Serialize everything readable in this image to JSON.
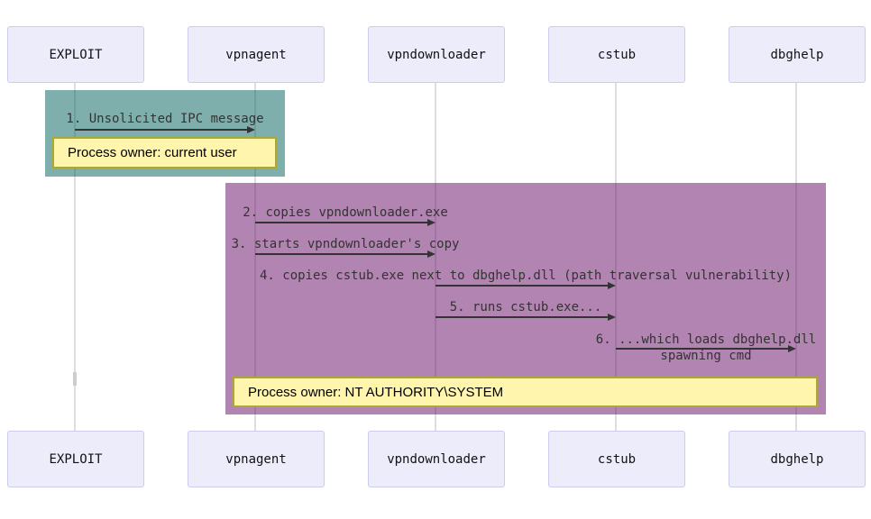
{
  "diagram": {
    "kind": "sequence-diagram",
    "actors": [
      {
        "id": "exploit",
        "label": "EXPLOIT"
      },
      {
        "id": "vpnagent",
        "label": "vpnagent"
      },
      {
        "id": "vpndownloader",
        "label": "vpndownloader"
      },
      {
        "id": "cstub",
        "label": "cstub"
      },
      {
        "id": "dbghelp",
        "label": "dbghelp"
      }
    ],
    "messages": [
      {
        "from": "EXPLOIT",
        "to": "vpnagent",
        "label": "1. Unsolicited IPC message"
      },
      {
        "from": "vpnagent",
        "to": "vpndownloader",
        "label": "2. copies vpndownloader.exe"
      },
      {
        "from": "vpnagent",
        "to": "vpndownloader",
        "label": "3. starts vpndownloader's copy"
      },
      {
        "from": "vpndownloader",
        "to": "cstub",
        "label": "4. copies cstub.exe next to dbghelp.dll (path traversal vulnerability)"
      },
      {
        "from": "vpndownloader",
        "to": "cstub",
        "label": "5. runs cstub.exe..."
      },
      {
        "from": "cstub",
        "to": "dbghelp",
        "label": "6. ...which loads dbghelp.dll",
        "label2": "spawning cmd"
      }
    ],
    "notes": [
      {
        "label": "Process owner: current user",
        "region": "current-user"
      },
      {
        "label": "Process owner: NT AUTHORITY\\SYSTEM",
        "region": "system"
      }
    ],
    "colors": {
      "actor_fill": "#ececfb",
      "actor_border": "#ccccf0",
      "lifeline": "#dedede",
      "region_current_user": "rgba(0,95,89,0.5)",
      "region_system": "rgba(101,9,99,0.5)",
      "note_fill": "#fff5ad",
      "note_border": "#aaaa33",
      "message_text": "#333333"
    }
  }
}
